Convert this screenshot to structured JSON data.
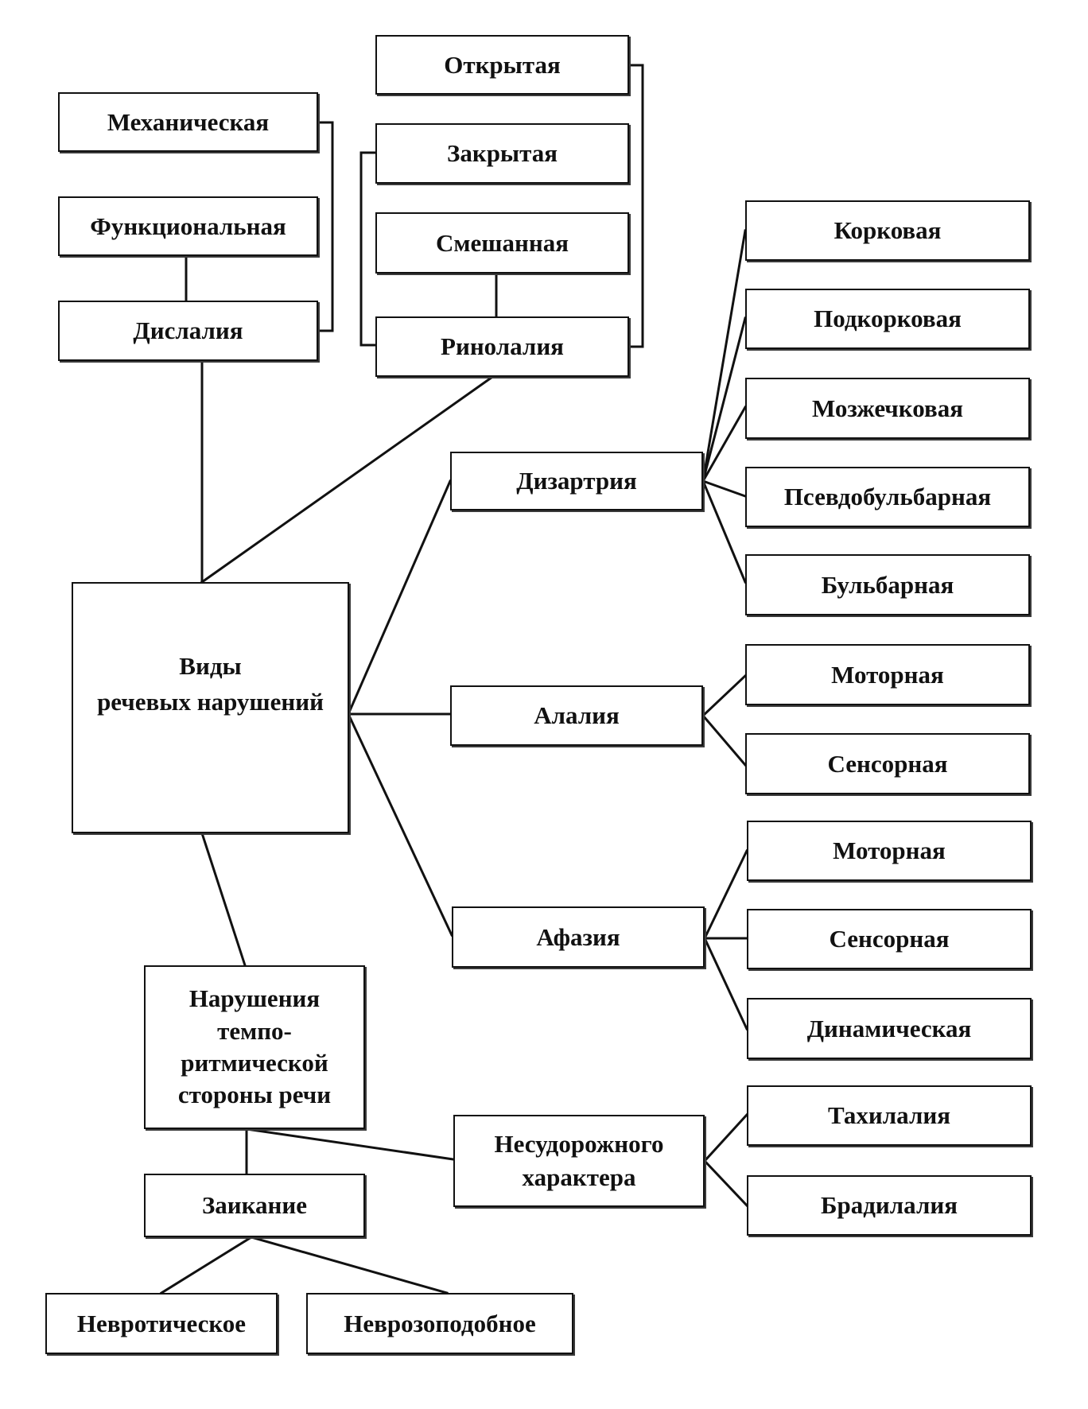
{
  "nodes": {
    "root": "Виды\nречевых нарушений",
    "dislalia": "Дислалия",
    "mech": "Механическая",
    "func": "Функциональная",
    "rinolalia": "Ринолалия",
    "open": "Открытая",
    "closed": "Закрытая",
    "mixed": "Смешанная",
    "dizartria": "Дизартрия",
    "kork": "Корковая",
    "podkork": "Подкорковая",
    "mozzh": "Мозжечковая",
    "pseudo": "Псевдобульбарная",
    "bulb": "Бульбарная",
    "alalia": "Алалия",
    "alalia_motor": "Моторная",
    "alalia_sensor": "Сенсорная",
    "afazia": "Афазия",
    "afazia_motor": "Моторная",
    "afazia_sensor": "Сенсорная",
    "afazia_dynamic": "Динамическая",
    "tempo": "Нарушения\nтемпо-\nритмической\nстороны речи",
    "nesud": "Несудорожного\nхарактера",
    "tahi": "Тахилалия",
    "bradi": "Брадилалия",
    "zaik": "Заикание",
    "nevrot": "Невротическое",
    "nevroz": "Неврозоподобное"
  }
}
